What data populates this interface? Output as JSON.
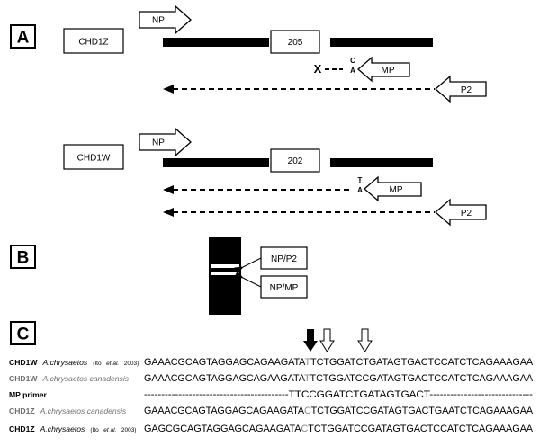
{
  "panels": {
    "a": "A",
    "b": "B",
    "c": "C"
  },
  "panel_a": {
    "z_block": {
      "gene": "CHD1Z",
      "forward_primer": "NP",
      "intron": "205",
      "mp_mismatch_top": "C",
      "mp_mismatch_bottom": "A",
      "mp_label": "MP",
      "blocked": "X",
      "reverse_primer": "P2"
    },
    "w_block": {
      "gene": "CHD1W",
      "forward_primer": "NP",
      "intron": "202",
      "mp_match_top": "T",
      "mp_match_bottom": "A",
      "mp_label": "MP",
      "reverse_primer": "P2"
    }
  },
  "panel_b": {
    "band_upper": "NP/P2",
    "band_lower": "NP/MP"
  },
  "panel_c": {
    "rows": [
      {
        "gene": "CHD1W",
        "species": "A.chrysaetos",
        "ref_pre": "(Ito",
        "ref_et": "et al.",
        "ref_post": "2003)",
        "seq_pre": "GAAACGCAGTAGGAGCAGAAGATA",
        "seq_var": "T",
        "seq_post": "TCTGGATCTGATAGTGACTCCATCTCAGAAAGAA"
      },
      {
        "gene": "CHD1W",
        "species": "A.chrysaetos canadensis",
        "seq_pre": "GAAACGCAGTAGGAGCAGAAGATA",
        "seq_var": "T",
        "seq_post": "TCTGGATCCGATAGTGACTCCATCTCAGAAAGAA"
      },
      {
        "gene": "MP primer",
        "seq_pre": "------------------------------------------",
        "seq_var": "",
        "seq_post": "TTCCGGATCTGATAGTGACT------------------------------"
      },
      {
        "gene": "CHD1Z",
        "species": "A.chrysaetos canadensis",
        "seq_pre": "GAAACGCAGTAGGAGCAGAAGATA",
        "seq_var": "C",
        "seq_post": "TCTGGATCCGATAGTGACTGAATCTCAGAAAGAA"
      },
      {
        "gene": "CHD1Z",
        "species": "A.chrysaetos",
        "ref_pre": "(Ito",
        "ref_et": "et al.",
        "ref_post": "2003)",
        "seq_pre": "GAGCGCAGTAGGAGCAGAAGATA",
        "seq_var": "C",
        "seq_post": "TCTGGATCCGATAGTGACTCCATCTCAGAAAGAA"
      }
    ]
  },
  "colors": {
    "ink": "#000000",
    "grey_label": "#6f6f6f",
    "exon_fill": "#000000",
    "box_fill": "#ffffff"
  }
}
